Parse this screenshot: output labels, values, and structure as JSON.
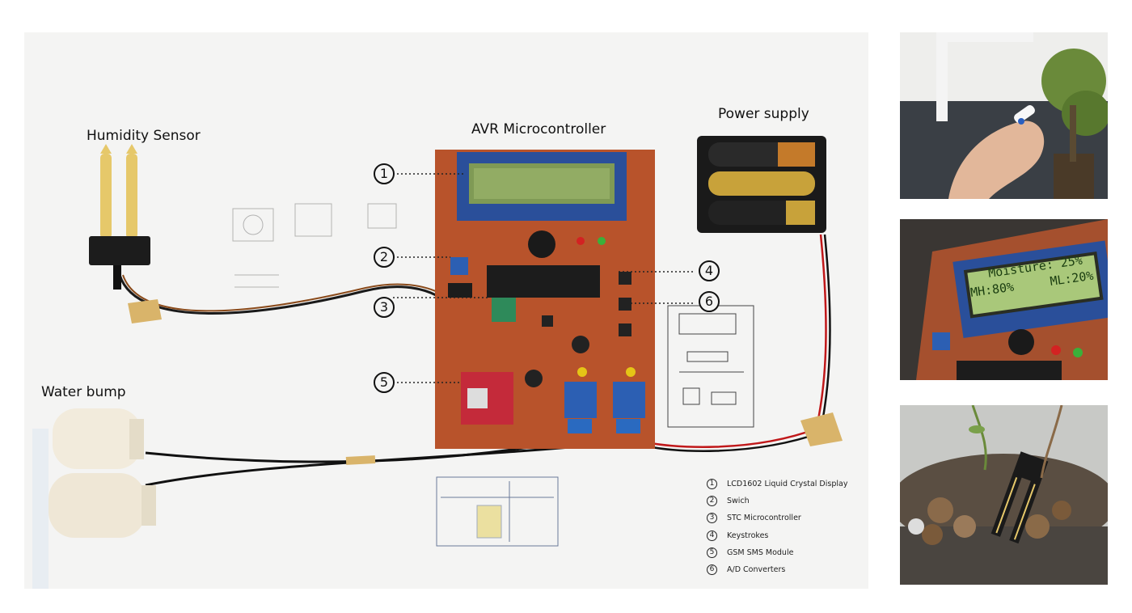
{
  "main_photo": {
    "labels": {
      "humidity_sensor": "Humidity Sensor",
      "avr_microcontroller": "AVR Microcontroller",
      "power_supply": "Power supply",
      "water_bump": "Water bump"
    },
    "callouts": [
      "1",
      "2",
      "3",
      "4",
      "5",
      "6"
    ],
    "legend": [
      {
        "num": "1",
        "text": "LCD1602 Liquid Crystal Display"
      },
      {
        "num": "2",
        "text": "Swich"
      },
      {
        "num": "3",
        "text": "STC Microcontroller"
      },
      {
        "num": "4",
        "text": "Keystrokes"
      },
      {
        "num": "5",
        "text": "GSM SMS Module"
      },
      {
        "num": "6",
        "text": "A/D Converters"
      }
    ]
  },
  "side_photos": {
    "lcd_closeup": {
      "line1": "Moisture: 25%",
      "line2": "MH:80%     ML:20%"
    }
  },
  "colors": {
    "pcb": "#b8532b",
    "lcd_green": "#a9c87a",
    "lcd_frame": "#2a4f9a",
    "relay_blue": "#2c5fb3",
    "sensor_yellow": "#e6c86a",
    "tape": "#d9b46a"
  }
}
